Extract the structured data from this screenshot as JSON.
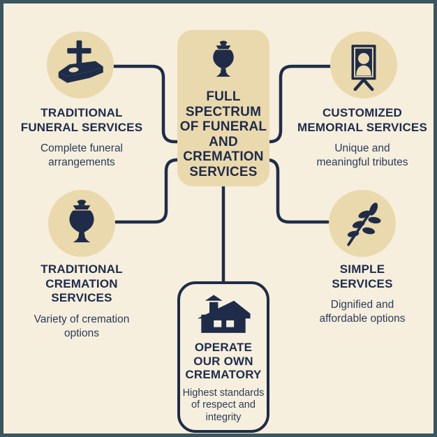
{
  "palette": {
    "frame": "#3b565f",
    "background": "#f6efde",
    "shape_fill": "#ead9ad",
    "line_navy": "#1f2c49",
    "heading_navy": "#1e2b4b",
    "body_navy": "#2c3a58"
  },
  "center": {
    "icon": "urn-icon",
    "title": "FULL SPECTRUM OF FUNERAL AND CREMATION SERVICES",
    "title_lines": [
      "FULL",
      "SPECTRUM",
      "OF FUNERAL",
      "AND",
      "CREMATION",
      "SERVICES"
    ]
  },
  "nodes": [
    {
      "id": "traditional-funeral-services",
      "position": "top-left",
      "icon": "casket-cross-icon",
      "title": "TRADITIONAL FUNERAL SERVICES",
      "title_lines": [
        "TRADITIONAL",
        "FUNERAL SERVICES"
      ],
      "description": "Complete funeral arrangements",
      "description_lines": [
        "Complete funeral",
        "arrangements"
      ]
    },
    {
      "id": "customized-memorial-services",
      "position": "top-right",
      "icon": "framed-portrait-icon",
      "title": "CUSTOMIZED MEMORIAL SERVICES",
      "title_lines": [
        "CUSTOMIZED",
        "MEMORIAL SERVICES"
      ],
      "description": "Unique and meaningful tributes",
      "description_lines": [
        "Unique and",
        "meaningful tributes"
      ]
    },
    {
      "id": "traditional-cremation-services",
      "position": "bottom-left",
      "icon": "urn-icon",
      "title": "TRADITIONAL CREMATION SERVICES",
      "title_lines": [
        "TRADITIONAL",
        "CREMATION",
        "SERVICES"
      ],
      "description": "Variety of cremation options",
      "description_lines": [
        "Variety of cremation",
        "options"
      ]
    },
    {
      "id": "simple-services",
      "position": "bottom-right",
      "icon": "leaf-branch-icon",
      "title": "SIMPLE SERVICES",
      "title_lines": [
        "SIMPLE",
        "SERVICES"
      ],
      "description": "Dignified and affordable options",
      "description_lines": [
        "Dignified and",
        "affordable options"
      ]
    }
  ],
  "bottom": {
    "id": "operate-our-own-crematory",
    "icon": "crematory-building-icon",
    "title": "OPERATE OUR OWN CREMATORY",
    "title_lines": [
      "OPERATE",
      "OUR OWN",
      "CREMATORY"
    ],
    "description": "Highest standards of respect and integrity",
    "description_lines": [
      "Highest standards",
      "of respect and",
      "integrity"
    ]
  }
}
